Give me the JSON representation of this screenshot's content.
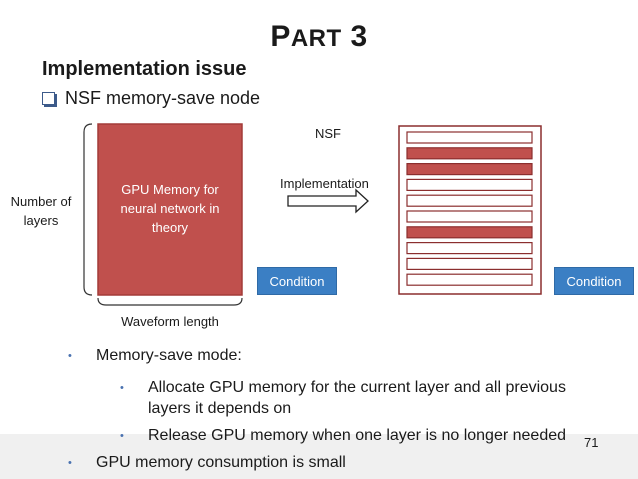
{
  "slide": {
    "title_first": "P",
    "title_rest": "ART",
    "title_num": " 3",
    "heading": "Implementation issue",
    "sub_bullet": "NSF memory-save node",
    "page_number": "71"
  },
  "diagram": {
    "left_block_label_lines": [
      "GPU Memory for",
      "neural network in",
      "theory"
    ],
    "axis_y_label_lines": [
      "Number of",
      "layers"
    ],
    "axis_x_label": "Waveform length",
    "arrow_label": "Implementation",
    "nsf_label": "NSF",
    "condition_left": "Condition",
    "condition_right": "Condition",
    "colors": {
      "memory_fill": "#c0504d",
      "memory_border": "#a33b38",
      "condition_fill": "#3b7fc4",
      "outline": "#8b2e2e"
    },
    "nsf_rows_filled": [
      false,
      true,
      true,
      false,
      false,
      false,
      true,
      false,
      false,
      false
    ]
  },
  "bullets": {
    "b1": "Memory-save mode:",
    "b1_1_line1": "Allocate GPU memory for the current layer and all previous",
    "b1_1_line2": "layers it depends on",
    "b1_2": "Release GPU memory when one layer is no longer needed",
    "b2": "GPU memory consumption is small",
    "marker": "•"
  }
}
